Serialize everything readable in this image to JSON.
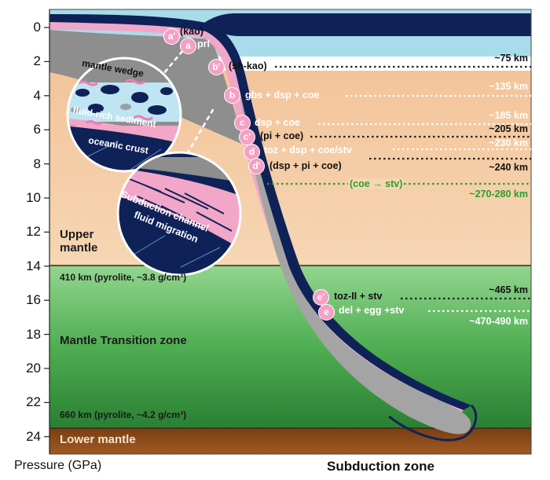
{
  "axis": {
    "ticks": [
      "0",
      "2",
      "4",
      "6",
      "8",
      "10",
      "12",
      "14",
      "16",
      "18",
      "20",
      "22",
      "24"
    ],
    "title": "Pressure (GPa)"
  },
  "footer": {
    "title": "Subduction zone"
  },
  "zones": {
    "upper_mantle": "Upper\nmantle",
    "pyrolite_410": "410 km (pyrolite, ~3.8 g/cm³)",
    "transition": "Mantle Transition zone",
    "pyrolite_660": "660 km (pyrolite, ~4.2 g/cm³)",
    "lower_mantle": "Lower mantle"
  },
  "markers": [
    {
      "badge": "a'",
      "label": "(kao)"
    },
    {
      "badge": "a",
      "label": "prl"
    },
    {
      "badge": "b'",
      "label": "(sh-kao)"
    },
    {
      "badge": "b",
      "label": "gbs + dsp + coe"
    },
    {
      "badge": "c",
      "label": "dsp + coe"
    },
    {
      "badge": "c'",
      "label": "(pi + coe)"
    },
    {
      "badge": "d",
      "label": "toz + dsp + coe/stv"
    },
    {
      "badge": "d'",
      "label": "(dsp + pi + coe)"
    },
    {
      "badge": "e'",
      "label": "toz-II + stv"
    },
    {
      "badge": "e",
      "label": "del + egg +stv"
    }
  ],
  "coe_stv": "(coe → stv)",
  "depths": [
    "~75 km",
    "~135 km",
    "~185 km",
    "~205 km",
    "~230 km",
    "~240 km",
    "~270-280 km",
    "~465 km",
    "~470-490 km"
  ],
  "inset_top": {
    "mantle_wedge": "mantle wedge",
    "fluid_rich_sediment": "fluid-rich sediment",
    "oceanic_crust": "oceanic crust"
  },
  "inset_bottom": {
    "line1": "Subduction channel",
    "line2": "fluid migration"
  },
  "colors": {
    "ocean": "#a9dcea",
    "plate": "#0f2258",
    "sediment": "#f2a6c8",
    "wedge": "#8d8d8d",
    "upper_mantle": "#f5cda4",
    "transition_top": "#8fd08c",
    "transition_bottom": "#2f8a38",
    "lower_mantle": "#8a4a16",
    "slab": "#a4a4a4"
  }
}
